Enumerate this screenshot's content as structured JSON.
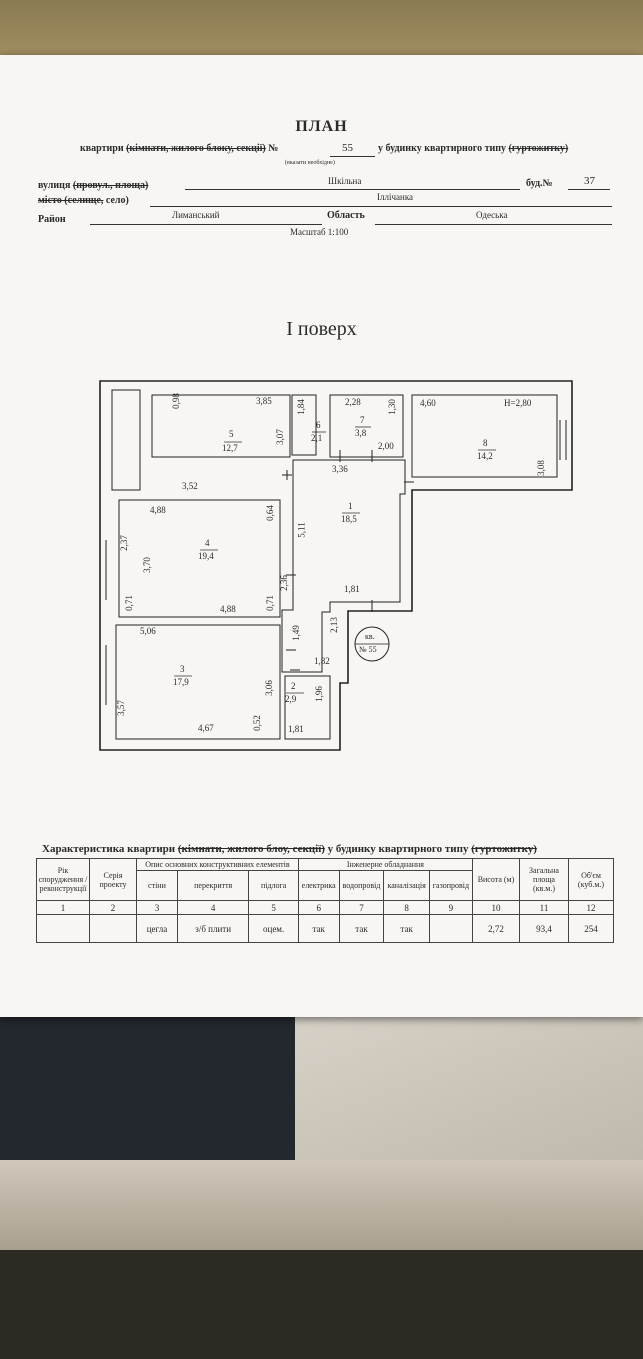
{
  "header": {
    "title": "ПЛАН",
    "line1_prefix": "квартири",
    "line1_strike": "(кімнати, жилого блоку, секції)",
    "line1_no": "№",
    "apartment_no": "55",
    "line1_suffix": "у будинку квартирного типу",
    "line1_strike2": "(гуртожитку)",
    "note": "(вказати необхідне)",
    "street_label": "вулиця",
    "street_strike": "(провул., площа)",
    "street_value": "Шкільна",
    "building_label": "буд.№",
    "building_value": "37",
    "city_label_strike": "місто (селище,",
    "city_label_rest": "село)",
    "city_value": "Іллічанка",
    "district_label": "Район",
    "district_value": "Лиманський",
    "region_label": "Область",
    "region_value": "Одеська",
    "scale": "Масштаб 1:100"
  },
  "floor_title": "І поверх",
  "rooms": [
    {
      "no": "1",
      "area": "18,5"
    },
    {
      "no": "2",
      "area": "2,9"
    },
    {
      "no": "3",
      "area": "17,9"
    },
    {
      "no": "4",
      "area": "19,4"
    },
    {
      "no": "5",
      "area": "12,7"
    },
    {
      "no": "6",
      "area": "2,1"
    },
    {
      "no": "7",
      "area": "3,8"
    },
    {
      "no": "8",
      "area": "14,2"
    }
  ],
  "dimensions": {
    "d098": "0,98",
    "d385": "3,85",
    "d307": "3,07",
    "d352": "3,52",
    "d184": "1,84",
    "d228": "2,28",
    "d130": "1,30",
    "d200": "2,00",
    "d460": "4,60",
    "h280": "H=2,80",
    "d308": "3,08",
    "d336": "3,36",
    "d488a": "4,88",
    "d064": "0,64",
    "d237": "2,37",
    "d370": "3,70",
    "d511": "5,11",
    "d236": "2,36",
    "d071a": "0,71",
    "d488b": "4,88",
    "d071b": "0,71",
    "d181a": "1,81",
    "d506": "5,06",
    "d149": "1,49",
    "d213": "2,13",
    "d182": "1,82",
    "d357": "3,57",
    "d306": "3,06",
    "d196": "1,96",
    "d467": "4,67",
    "d052": "0,52",
    "d181b": "1,81"
  },
  "apt_label": {
    "kv": "кв.",
    "no": "№ 55"
  },
  "characteristics": {
    "title_prefix": "Характеристика квартири",
    "title_strike": "(кімнати, жилого блоу, секції)",
    "title_mid": "у будинку квартирного типу",
    "title_strike2": "(гуртожитку)",
    "headers": {
      "year": "Рік спорудження / реконструкції",
      "series": "Серія проекту",
      "struct_group": "Опис основних конструктивних елементів",
      "walls": "стіни",
      "ceiling": "перекриття",
      "floor": "підлога",
      "eng_group": "Інженерне обладнання",
      "electric": "електрика",
      "water": "водопровід",
      "sewer": "каналізація",
      "gas": "газопровід",
      "height": "Висота (м)",
      "total_area": "Загальна площа (кв.м.)",
      "volume": "Об'єм (куб.м.)"
    },
    "numbers": [
      "1",
      "2",
      "3",
      "4",
      "5",
      "6",
      "7",
      "8",
      "9",
      "10",
      "11",
      "12"
    ],
    "values": [
      "",
      "",
      "цегла",
      "з/б плити",
      "оцем.",
      "так",
      "так",
      "так",
      "",
      "2,72",
      "93,4",
      "254"
    ]
  }
}
